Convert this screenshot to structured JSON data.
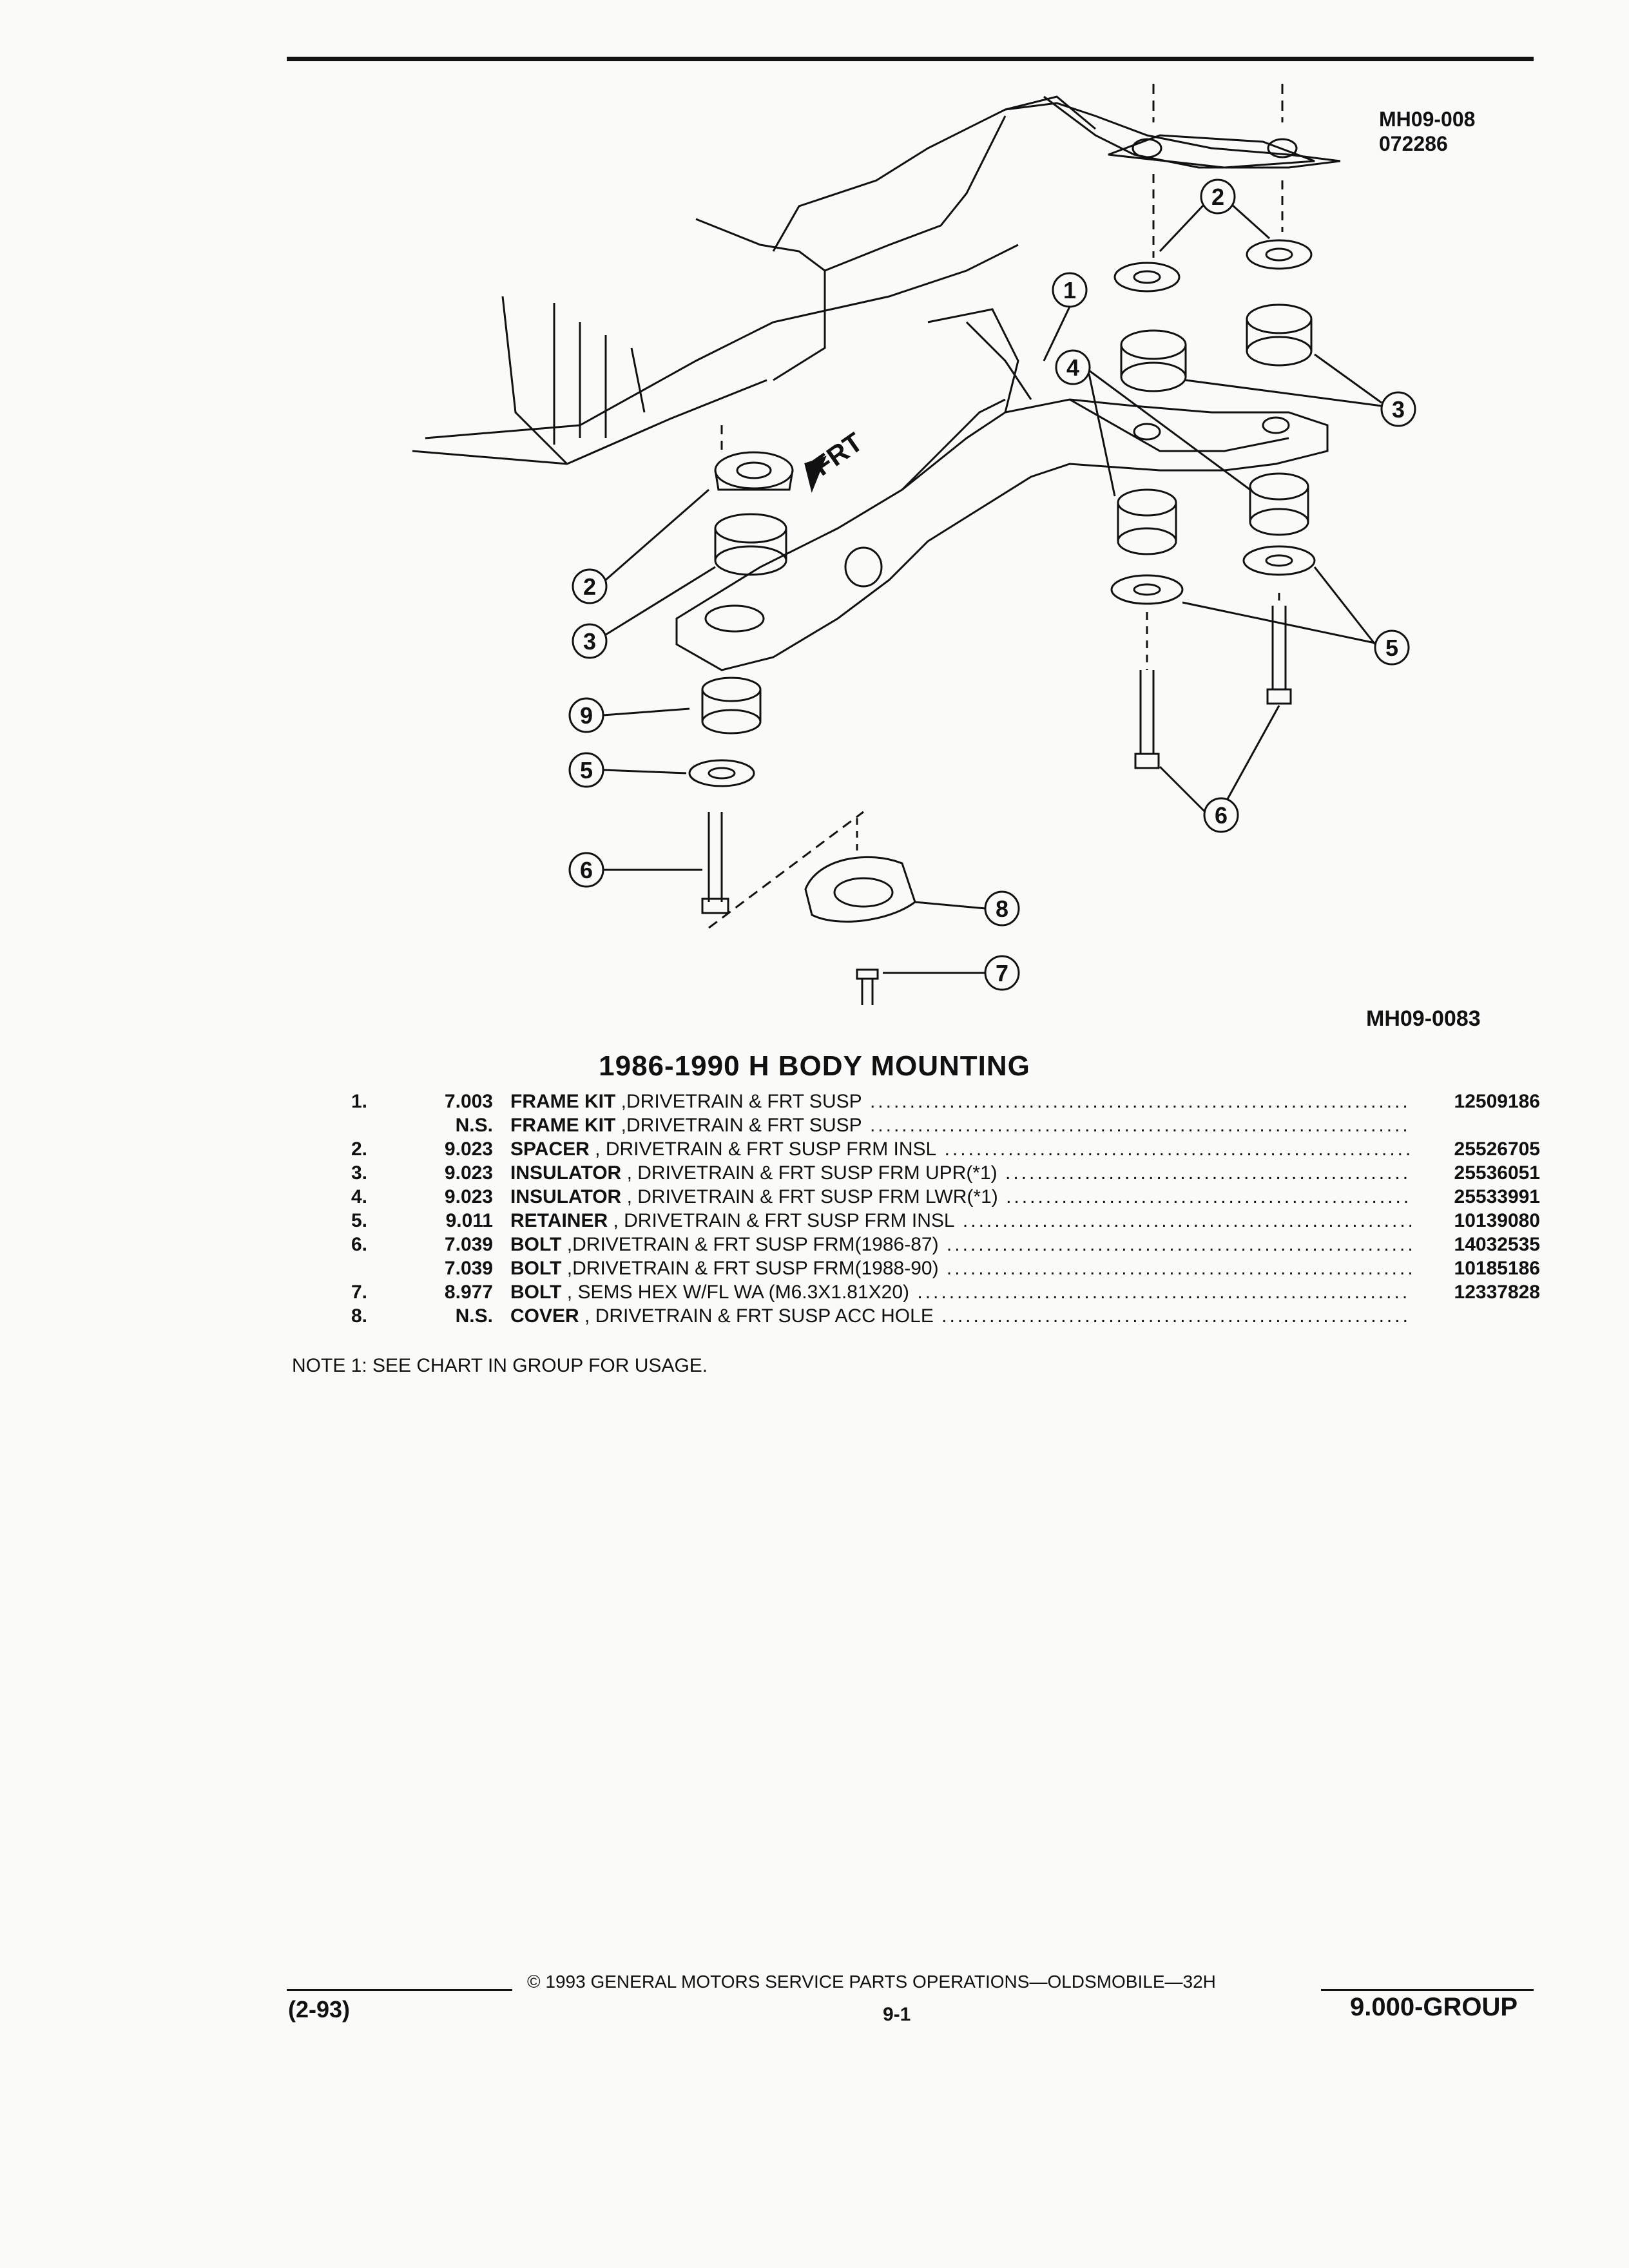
{
  "figure": {
    "id_line1": "MH09-008",
    "id_line2": "072286",
    "caption": "MH09-0083",
    "front_label": "FRT",
    "callouts": [
      "1",
      "2",
      "2",
      "3",
      "3",
      "4",
      "5",
      "5",
      "6",
      "6",
      "7",
      "8",
      "9"
    ]
  },
  "title": "1986-1990 H BODY MOUNTING",
  "parts": [
    {
      "no": "1.",
      "code": "7.003",
      "name": "FRAME KIT",
      "desc": " ,DRIVETRAIN & FRT SUSP",
      "pn": "12509186"
    },
    {
      "no": "",
      "code": "N.S.",
      "name": "FRAME KIT",
      "desc": " ,DRIVETRAIN & FRT SUSP",
      "pn": ""
    },
    {
      "no": "2.",
      "code": "9.023",
      "name": "SPACER",
      "desc": " , DRIVETRAIN & FRT SUSP FRM INSL",
      "pn": "25526705"
    },
    {
      "no": "3.",
      "code": "9.023",
      "name": "INSULATOR",
      "desc": " , DRIVETRAIN & FRT SUSP FRM UPR(*1)",
      "pn": "25536051"
    },
    {
      "no": "4.",
      "code": "9.023",
      "name": "INSULATOR",
      "desc": " , DRIVETRAIN & FRT SUSP FRM LWR(*1)",
      "pn": "25533991"
    },
    {
      "no": "5.",
      "code": "9.011",
      "name": "RETAINER",
      "desc": " , DRIVETRAIN & FRT SUSP FRM INSL",
      "pn": "10139080"
    },
    {
      "no": "6.",
      "code": "7.039",
      "name": "BOLT",
      "desc": " ,DRIVETRAIN & FRT SUSP FRM(1986-87)",
      "pn": "14032535"
    },
    {
      "no": "",
      "code": "7.039",
      "name": "BOLT",
      "desc": " ,DRIVETRAIN & FRT SUSP FRM(1988-90)",
      "pn": "10185186"
    },
    {
      "no": "7.",
      "code": "8.977",
      "name": "BOLT",
      "desc": " , SEMS HEX W/FL WA (M6.3X1.81X20)",
      "pn": "12337828"
    },
    {
      "no": "8.",
      "code": "N.S.",
      "name": "COVER",
      "desc": " , DRIVETRAIN & FRT SUSP ACC HOLE",
      "pn": ""
    }
  ],
  "note": "NOTE  1:  SEE CHART IN GROUP FOR USAGE.",
  "footer": {
    "copyright": "©  1993  GENERAL MOTORS SERVICE PARTS OPERATIONS—OLDSMOBILE—32H",
    "date_code": "(2-93)",
    "page": "9-1",
    "group": "9.000-GROUP"
  }
}
